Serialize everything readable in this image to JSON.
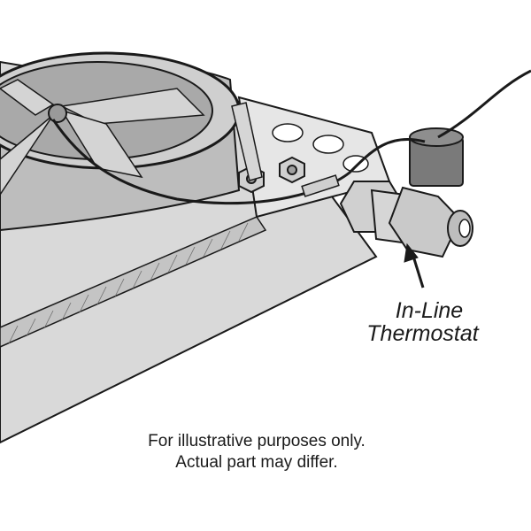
{
  "callout": {
    "line1": "In-Line",
    "line2": "Thermostat"
  },
  "disclaimer": {
    "line1": "For illustrative purposes only.",
    "line2": "Actual part may differ."
  },
  "colors": {
    "outline": "#1a1a1a",
    "radiator_face": "#d9d9d9",
    "shroud": "#bdbdbd",
    "bracket": "#e6e6e6",
    "thermostat_body": "#d0d0d0",
    "sensor_cap": "#7a7a7a",
    "background": "#ffffff"
  }
}
